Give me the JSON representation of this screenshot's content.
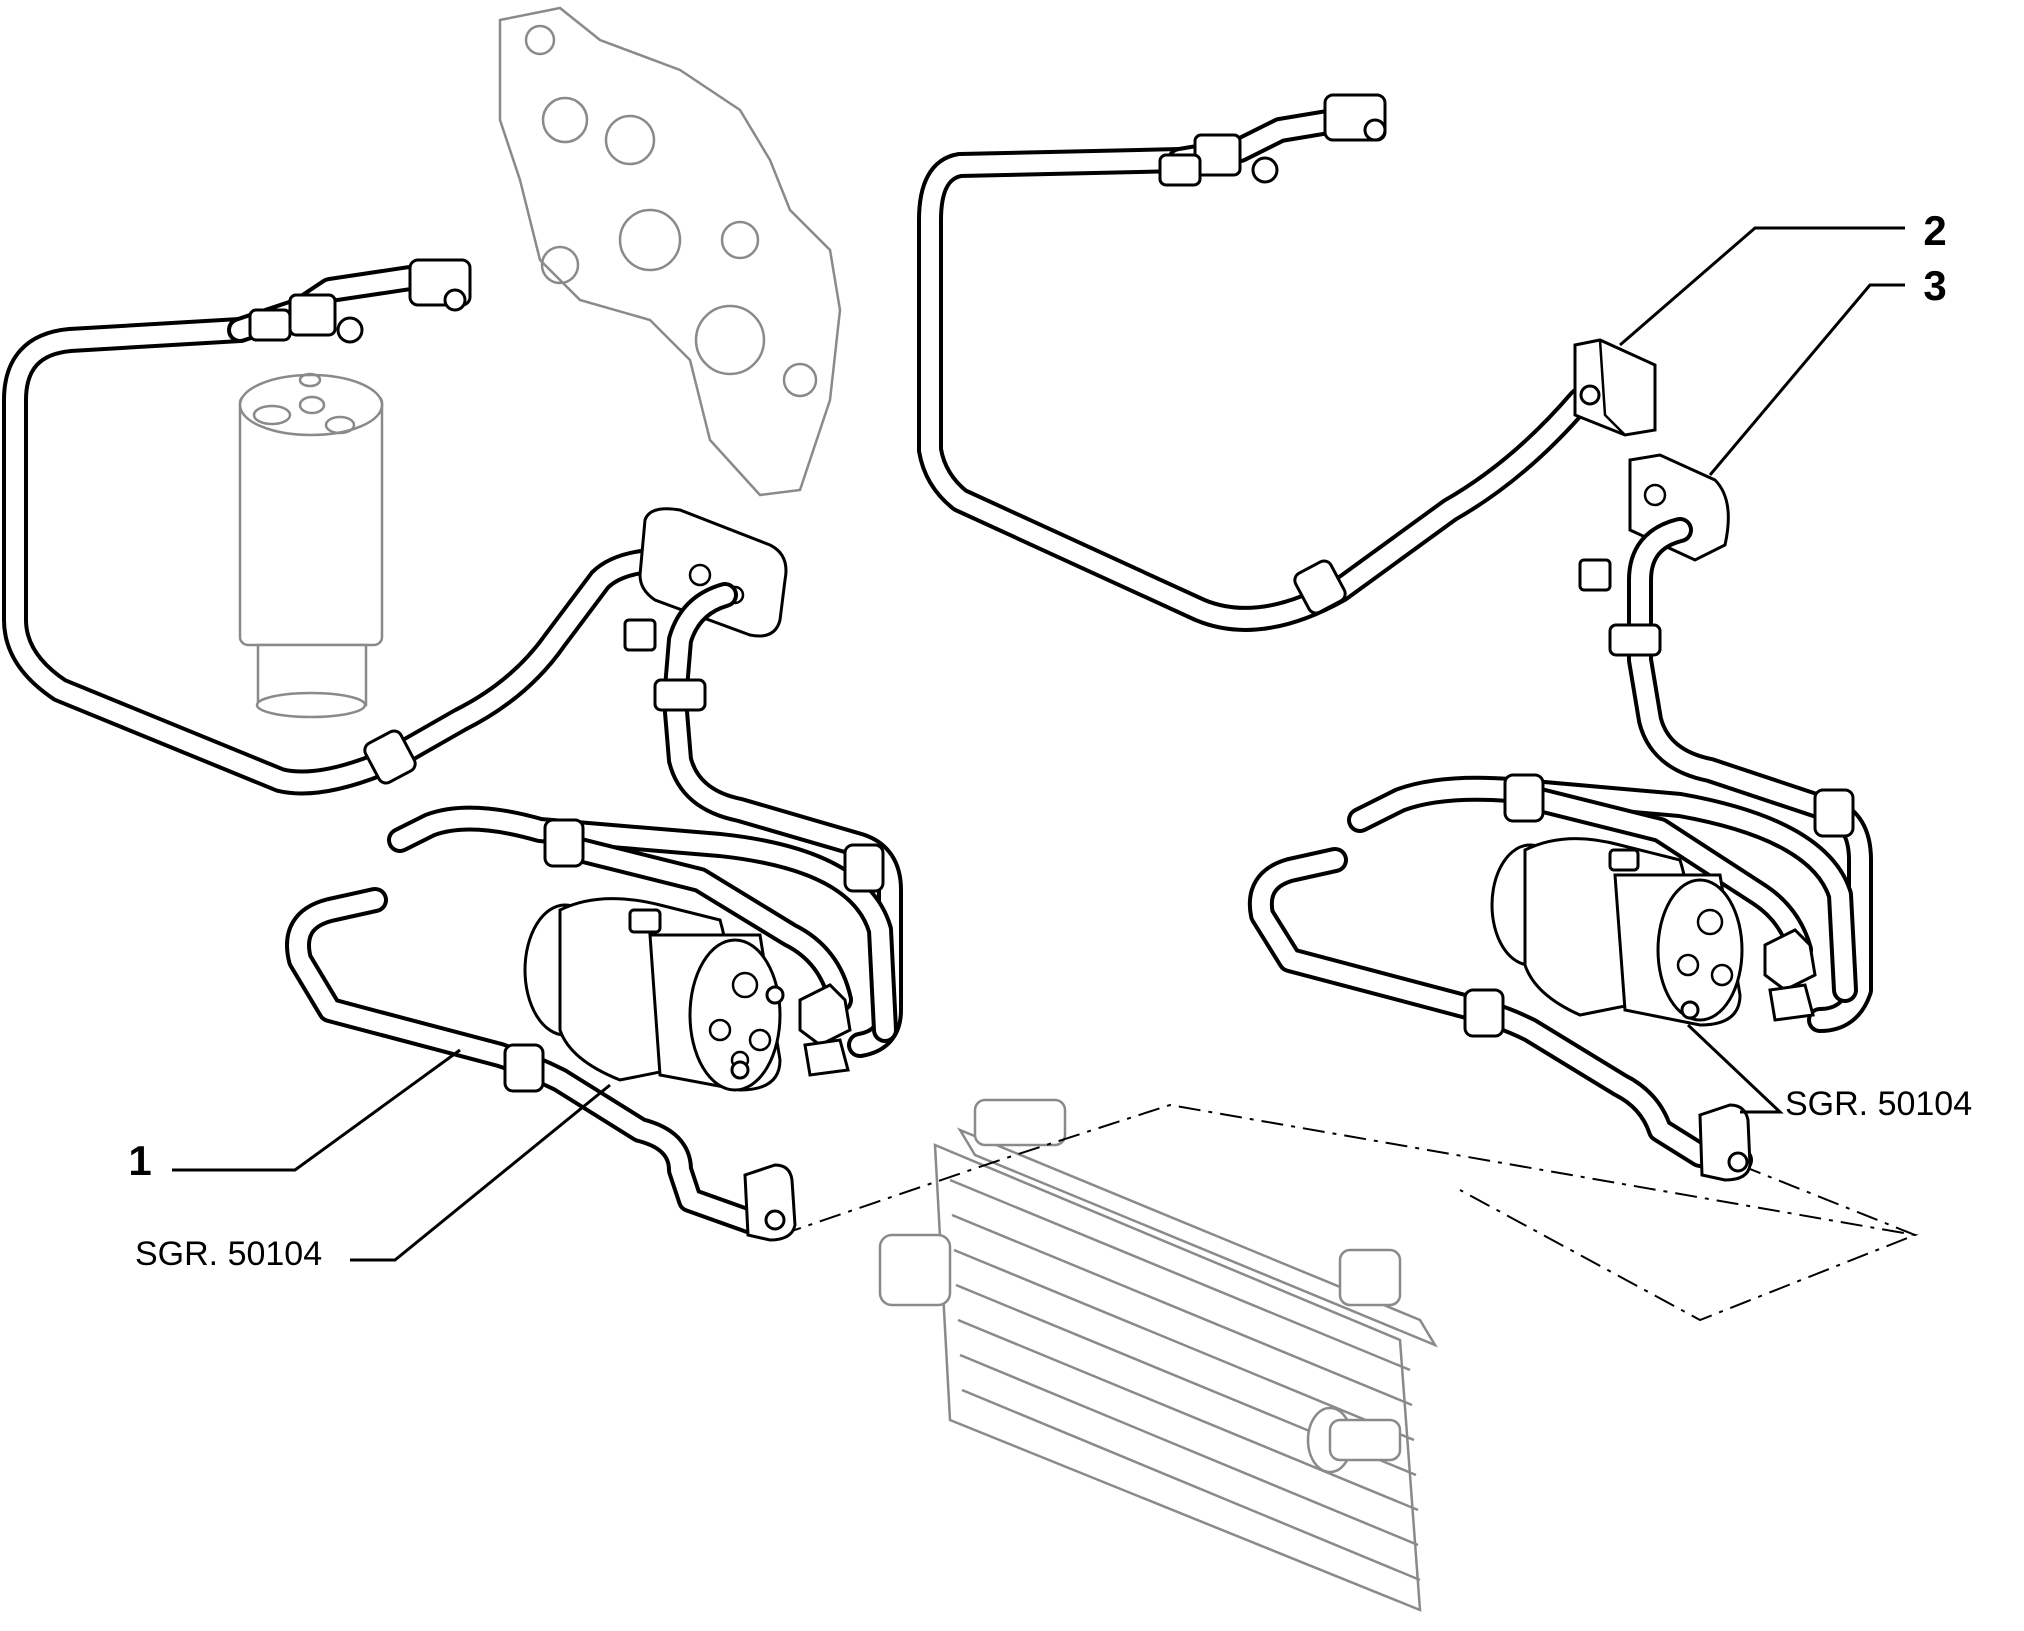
{
  "callouts": {
    "item1": "1",
    "item2": "2",
    "item3": "3",
    "ref_left": "SGR. 50104",
    "ref_right": "SGR. 50104"
  }
}
